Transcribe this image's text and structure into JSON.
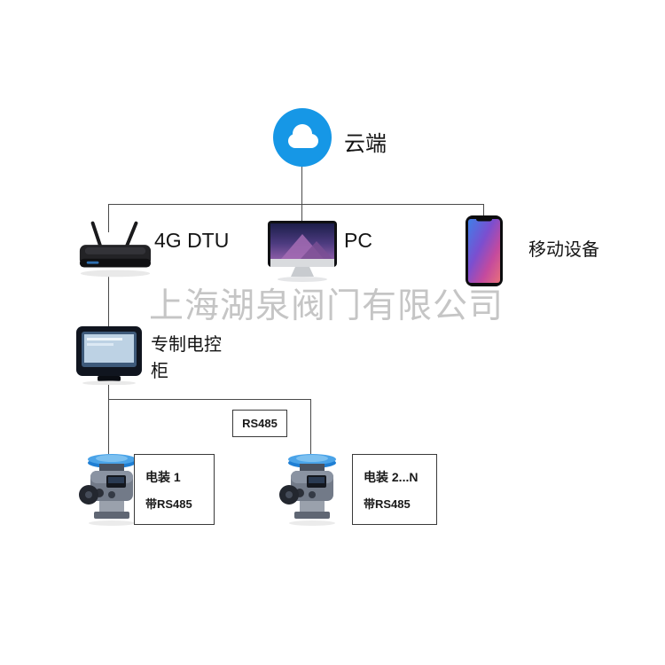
{
  "watermark": "上海湖泉阀门有限公司",
  "nodes": {
    "cloud": {
      "label": "云端",
      "icon": "cloud-icon"
    },
    "dtu": {
      "label": "4G DTU",
      "icon": "router-icon"
    },
    "pc": {
      "label": "PC",
      "icon": "imac-monitor-icon"
    },
    "mobile": {
      "label": "移动设备",
      "icon": "smartphone-icon"
    },
    "cabinet": {
      "label": "专制电控柜",
      "icon": "control-cabinet-icon"
    },
    "bus": {
      "label": "RS485"
    },
    "actuator1": {
      "title": "电装 1",
      "subtitle": "带RS485",
      "icon": "valve-actuator-icon"
    },
    "actuator2": {
      "title": "电装 2...N",
      "subtitle": "带RS485",
      "icon": "valve-actuator-icon"
    }
  },
  "colors": {
    "cloud_blue": "#1697e6",
    "connector": "#4a4a4a",
    "watermark": "#afafaf"
  }
}
